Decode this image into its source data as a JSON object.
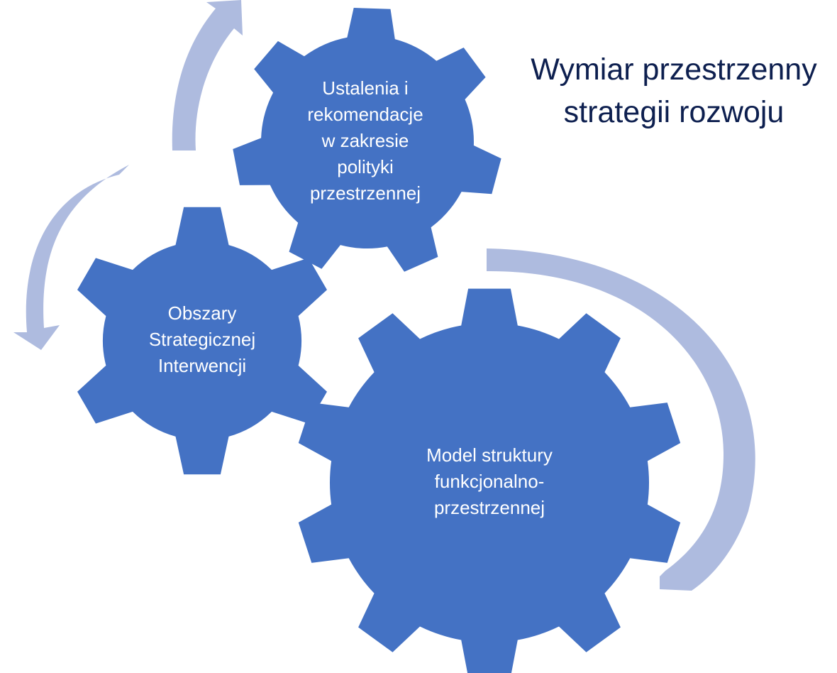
{
  "title": {
    "line1": "Wymiar przestrzenny",
    "line2": "strategii rozwoju"
  },
  "gears": {
    "top": {
      "lines": [
        "Ustalenia i",
        "rekomendacje",
        "w zakresie",
        "polityki",
        "przestrzennej"
      ]
    },
    "left": {
      "lines": [
        "Obszary",
        "Strategicznej",
        "Interwencji"
      ]
    },
    "big": {
      "lines": [
        "Model struktury",
        "funkcjonalno-",
        "przestrzennej"
      ]
    }
  },
  "colors": {
    "gear": "#4472c4",
    "arrow": "#aebbdf",
    "title": "#0d1f4f",
    "gear_text": "#ffffff"
  }
}
